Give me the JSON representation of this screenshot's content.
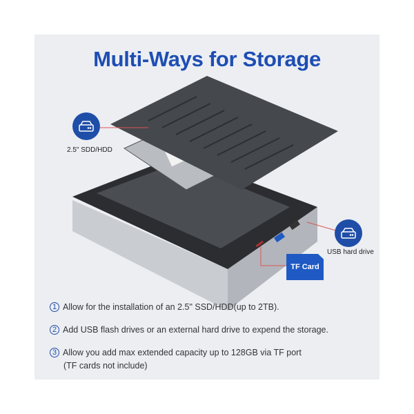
{
  "title": "Multi-Ways for Storage",
  "callouts": {
    "internal": {
      "label": "2.5\"  SDD/HDD",
      "icon": "hard-drive-icon"
    },
    "usb": {
      "label": "USB hard drive",
      "icon": "hard-drive-icon"
    },
    "tf": {
      "label": "TF Card"
    }
  },
  "features": [
    {
      "num": "1",
      "text": "Allow for the installation of an 2.5\" SSD/HDD(up to 2TB)."
    },
    {
      "num": "2",
      "text": "Add USB flash drives or an external hard drive to expend the storage."
    },
    {
      "num": "3",
      "text": "Allow you add max extended capacity up to 128GB via TF port",
      "note": "(TF cards not include)"
    }
  ],
  "colors": {
    "accent": "#1f4ea8",
    "title": "#1d4eb3",
    "panel": "#eceef2"
  }
}
